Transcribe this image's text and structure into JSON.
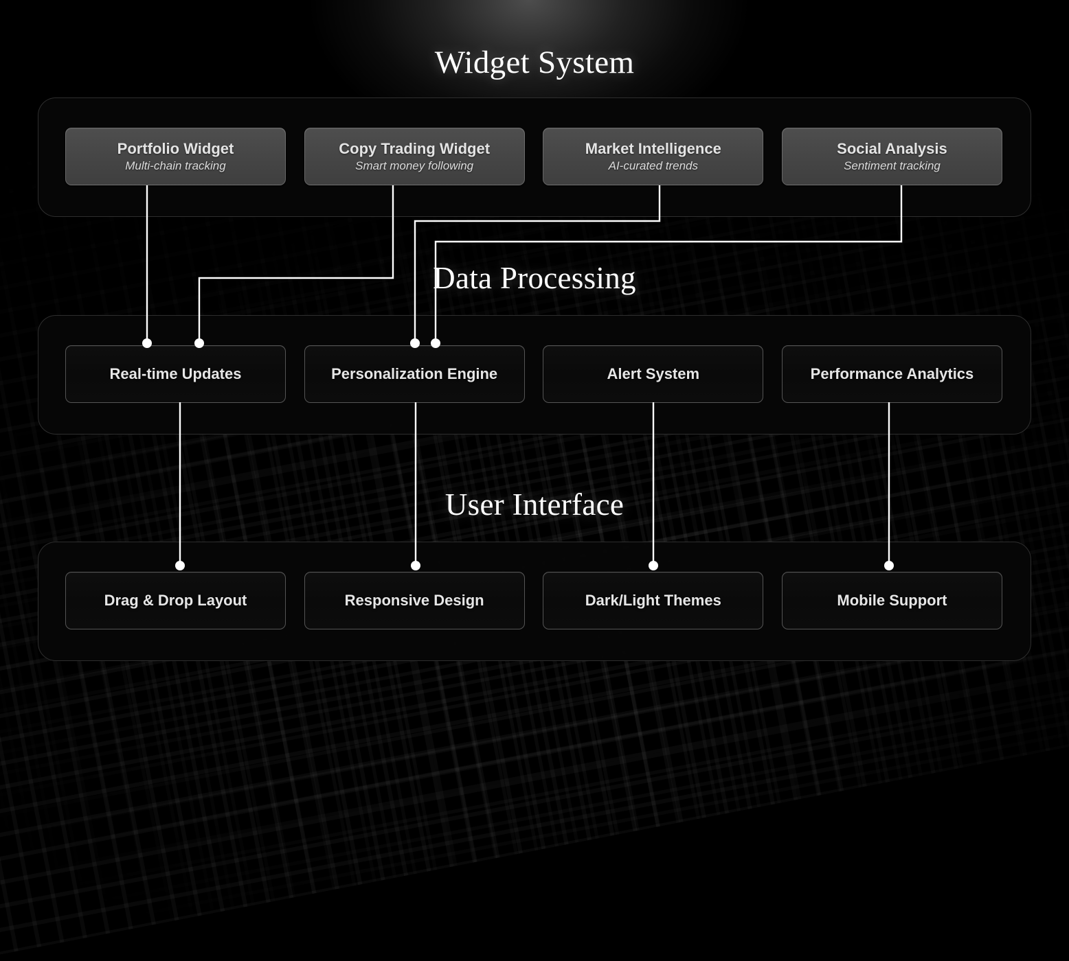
{
  "page": {
    "background_color": "#000000",
    "accent_color": "#ffffff"
  },
  "sections": [
    {
      "id": "widget-system",
      "title": "Widget System",
      "nodes": [
        {
          "title": "Portfolio Widget",
          "subtitle": "Multi-chain tracking"
        },
        {
          "title": "Copy Trading Widget",
          "subtitle": "Smart money following"
        },
        {
          "title": "Market Intelligence",
          "subtitle": "AI-curated trends"
        },
        {
          "title": "Social Analysis",
          "subtitle": "Sentiment tracking"
        }
      ]
    },
    {
      "id": "data-processing",
      "title": "Data Processing",
      "nodes": [
        {
          "title": "Real-time Updates",
          "subtitle": ""
        },
        {
          "title": "Personalization Engine",
          "subtitle": ""
        },
        {
          "title": "Alert System",
          "subtitle": ""
        },
        {
          "title": "Performance Analytics",
          "subtitle": ""
        }
      ]
    },
    {
      "id": "user-interface",
      "title": "User Interface",
      "nodes": [
        {
          "title": "Drag & Drop Layout",
          "subtitle": ""
        },
        {
          "title": "Responsive Design",
          "subtitle": ""
        },
        {
          "title": "Dark/Light Themes",
          "subtitle": ""
        },
        {
          "title": "Mobile Support",
          "subtitle": ""
        }
      ]
    }
  ],
  "connections": [
    {
      "from": "Portfolio Widget",
      "to": "Real-time Updates"
    },
    {
      "from": "Copy Trading Widget",
      "to": "Real-time Updates"
    },
    {
      "from": "Market Intelligence",
      "to": "Personalization Engine"
    },
    {
      "from": "Social Analysis",
      "to": "Personalization Engine"
    },
    {
      "from": "Real-time Updates",
      "to": "Drag & Drop Layout"
    },
    {
      "from": "Personalization Engine",
      "to": "Responsive Design"
    },
    {
      "from": "Alert System",
      "to": "Dark/Light Themes"
    },
    {
      "from": "Performance Analytics",
      "to": "Mobile Support"
    }
  ]
}
